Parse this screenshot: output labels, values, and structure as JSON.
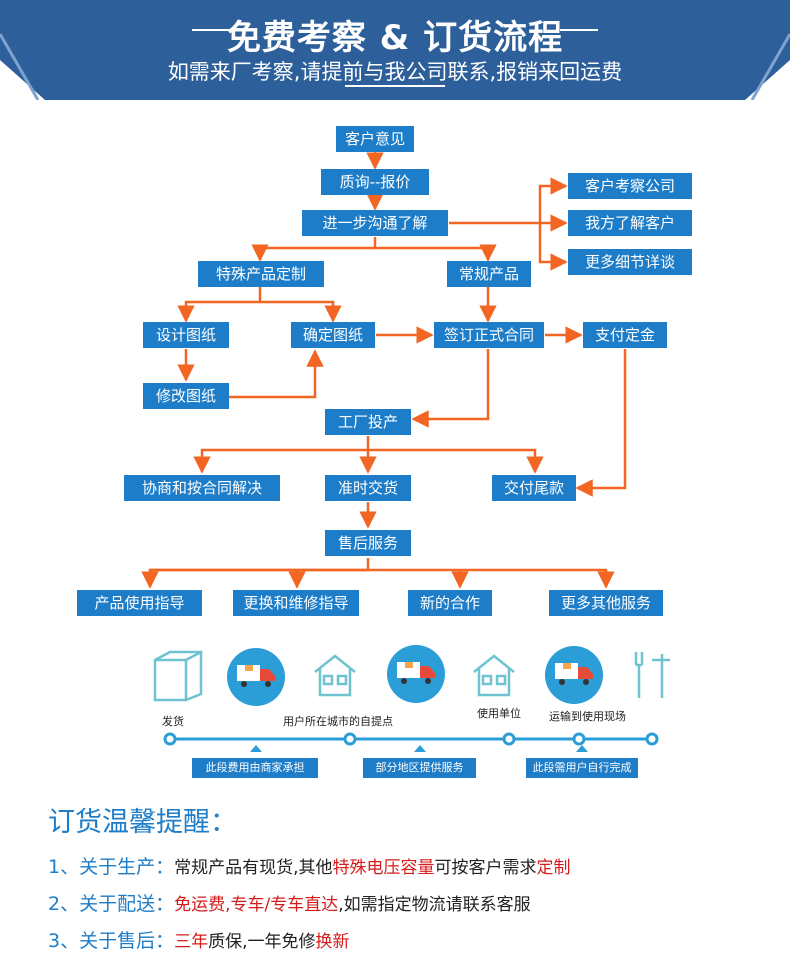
{
  "header": {
    "title": "免费考察 & 订货流程",
    "subtitle": "如需来厂考察,请提前与我公司联系,报销来回运费"
  },
  "flow": {
    "customer_opinion": "客户意见",
    "inquiry_quote": "质询--报价",
    "further_communication": "进一步沟通了解",
    "customer_visits": "客户考察公司",
    "we_visit_customer": "我方了解客户",
    "more_details": "更多细节详谈",
    "special_product": "特殊产品定制",
    "regular_product": "常规产品",
    "design_drawing": "设计图纸",
    "confirm_drawing": "确定图纸",
    "sign_contract": "签订正式合同",
    "pay_deposit": "支付定金",
    "modify_drawing": "修改图纸",
    "factory_production": "工厂投产",
    "negotiate_contract": "协商和按合同解决",
    "on_time_delivery": "准时交货",
    "pay_balance": "交付尾款",
    "after_sales": "售后服务",
    "usage_guide": "产品使用指导",
    "replace_repair": "更换和维修指导",
    "new_cooperation": "新的合作",
    "more_services": "更多其他服务"
  },
  "logistics": {
    "step_ship": "发货",
    "step_city": "用户所在城市的自提点",
    "step_unit": "使用单位",
    "step_site": "运输到使用现场",
    "seg_merchant": "此段费用由商家承担",
    "seg_region": "部分地区提供服务",
    "seg_user": "此段需用户自行完成"
  },
  "tips": {
    "title": "订货温馨提醒：",
    "t1_key": "1、关于生产：",
    "t1_a": "常规产品有现货,其他",
    "t1_b": "特殊电压容量",
    "t1_c": "可按客户需求",
    "t1_d": "定制",
    "t2_key": "2、关于配送：",
    "t2_a": "免运费,专车/专车直达",
    "t2_b": ",如需指定物流请联系客服",
    "t3_key": "3、关于售后：",
    "t3_a": "三年",
    "t3_b": "质保,一年免修",
    "t3_c": "换新"
  },
  "colors": {
    "banner": "#2d5f9a",
    "box": "#1e7dc8",
    "arrow": "#f26522",
    "highlight": "#d71b1b"
  }
}
